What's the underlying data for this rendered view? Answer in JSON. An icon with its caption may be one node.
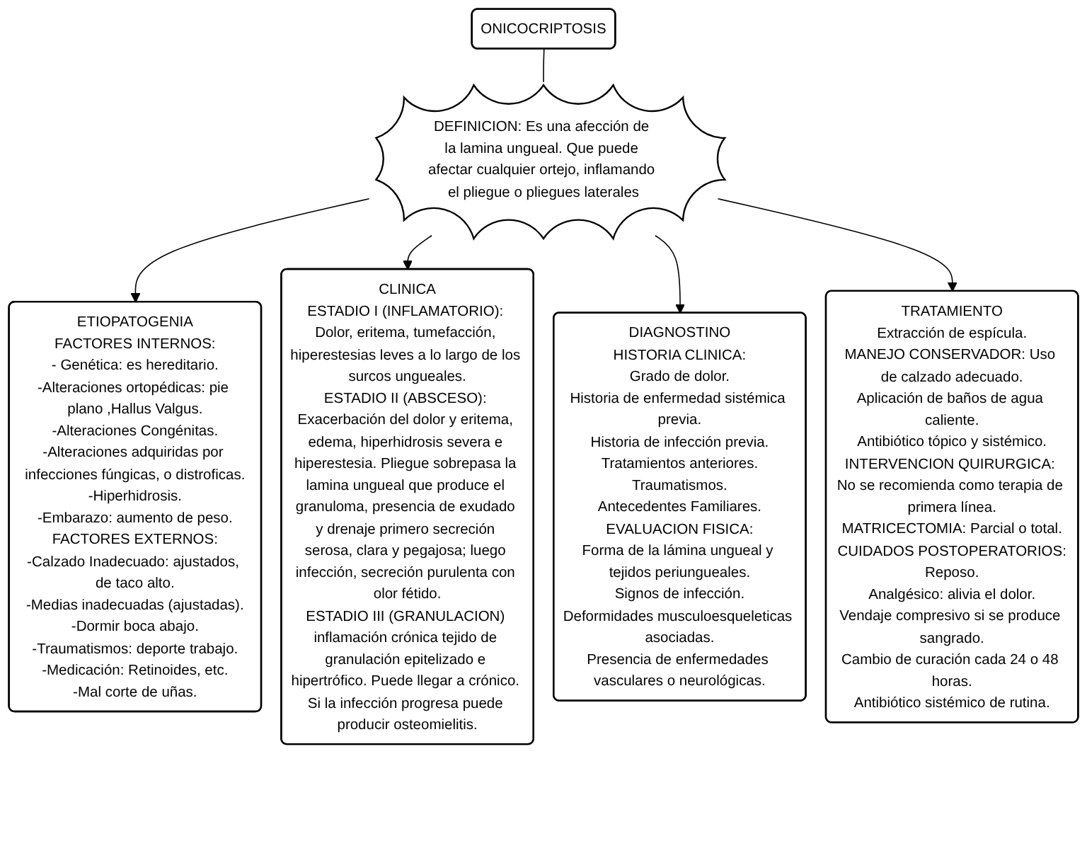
{
  "diagram": {
    "nodes": [
      {
        "text": [
          "ONICOCRIPTOSIS"
        ]
      },
      {
        "text": [
          "DEFINICION: Es una afección de la lamina ungueal. Que puede afectar cualquier ortejo, inflamando el pliegue o pliegues laterales"
        ]
      },
      {
        "text": [
          "ETIOPATOGENIA",
          "FACTORES INTERNOS:",
          "- Genética: es hereditario.",
          "-Alteraciones ortopédicas: pie plano ,Hallus Valgus.",
          "-Alteraciones Congénitas.",
          "-Alteraciones adquiridas por infecciones fúngicas, o distroficas.",
          "-Hiperhidrosis.",
          "-Embarazo: aumento de peso.",
          "FACTORES EXTERNOS:",
          "-Calzado Inadecuado: ajustados, de taco alto.",
          "-Medias inadecuadas (ajustadas).",
          "-Dormir boca abajo.",
          "-Traumatismos: deporte trabajo.",
          "-Medicación: Retinoides, etc.",
          "-Mal corte de uñas."
        ]
      },
      {
        "text": [
          "CLINICA",
          "ESTADIO I (INFLAMATORIO): Dolor, eritema, tumefacción, hiperestesias leves a lo largo de los surcos ungueales.",
          "ESTADIO II (ABSCESO): Exacerbación del dolor y eritema, edema, hiperhidrosis severa e hiperestesia. Pliegue sobrepasa la lamina ungueal que produce el granuloma, presencia de exudado y drenaje primero secreción serosa, clara y pegajosa; luego infección, secreción purulenta con olor fétido.",
          "ESTADIO III (GRANULACION) inflamación crónica tejido de granulación epitelizado e hipertrófico. Puede llegar a crónico. Si la infección progresa puede producir osteomielitis."
        ]
      },
      {
        "text": [
          "DIAGNOSTINO",
          "HISTORIA CLINICA:",
          "Grado de dolor.",
          "Historia de enfermedad sistémica previa.",
          "Historia de infección previa.",
          "Tratamientos anteriores.",
          "Traumatismos.",
          "Antecedentes Familiares.",
          "EVALUACION FISICA:",
          "Forma de la lámina ungueal y tejidos periungueales.",
          "Signos de infección.",
          "Deformidades musculoesqueleticas asociadas.",
          "Presencia de enfermedades vasculares o neurológicas."
        ]
      },
      {
        "text": [
          "TRATAMIENTO",
          "Extracción de espícula.",
          "MANEJO CONSERVADOR: Uso de calzado adecuado.",
          "Aplicación de baños de agua caliente.",
          "Antibiótico tópico y sistémico.",
          "INTERVENCION QUIRURGICA: No se recomienda como terapia de primera línea.",
          "MATRICECTOMIA: Parcial o total.",
          "CUIDADOS POSTOPERATORIOS:",
          "Reposo.",
          "Analgésico: alivia el dolor.",
          "Vendaje compresivo si se produce sangrado.",
          "Cambio de curación cada 24 o 48 horas.",
          "Antibiótico sistémico de rutina."
        ]
      }
    ],
    "edges": [
      {
        "from": 0,
        "to": 1,
        "arrow": "none"
      },
      {
        "from": 1,
        "to": 2,
        "arrow": "to"
      },
      {
        "from": 1,
        "to": 3,
        "arrow": "to"
      },
      {
        "from": 1,
        "to": 4,
        "arrow": "to"
      },
      {
        "from": 1,
        "to": 5,
        "arrow": "to"
      }
    ]
  }
}
